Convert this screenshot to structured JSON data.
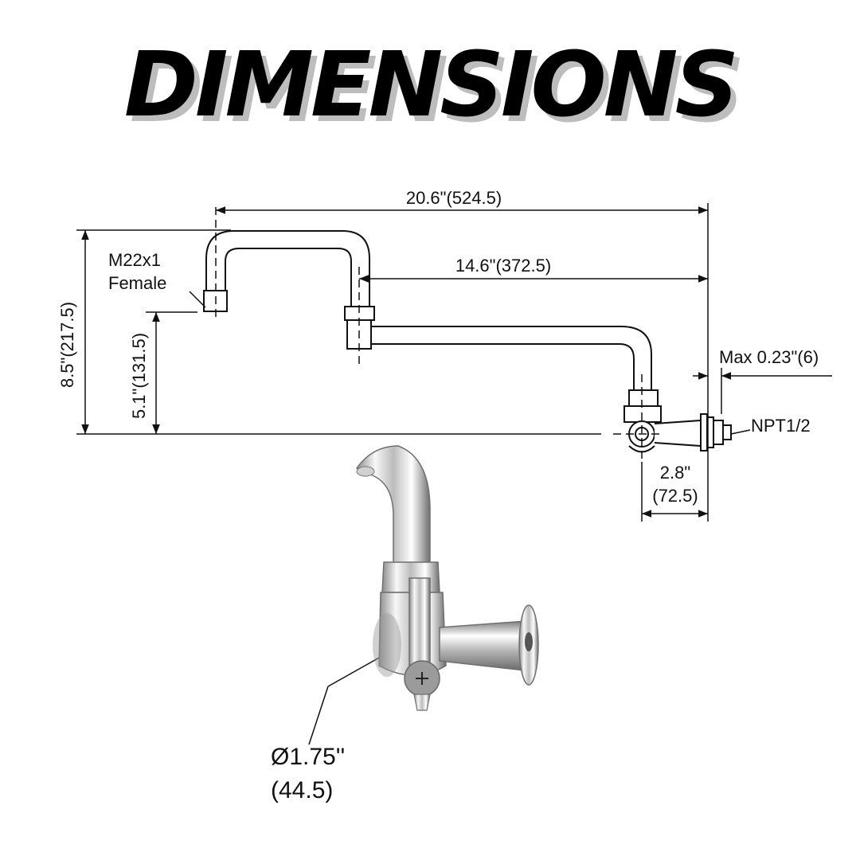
{
  "title": "DIMENSIONS",
  "labels": {
    "overall_length": "20.6\"(524.5)",
    "spout_length": "14.6\"(372.5)",
    "outlet_thread_line1": "M22x1",
    "outlet_thread_line2": "Female",
    "overall_height": "8.5\"(217.5)",
    "outlet_height": "5.1\"(131.5)",
    "max_wall": "Max 0.23\"(6)",
    "inlet_thread": "NPT1/2",
    "depth_line1": "2.8\"",
    "depth_line2": "(72.5)",
    "diameter_line1": "Ø1.75''",
    "diameter_line2": "(44.5)"
  },
  "colors": {
    "ink": "#111111",
    "chrome_light": "#f4f4f4",
    "chrome_dark": "#7a7a7a",
    "title_shadow": "#bdbdbd"
  }
}
